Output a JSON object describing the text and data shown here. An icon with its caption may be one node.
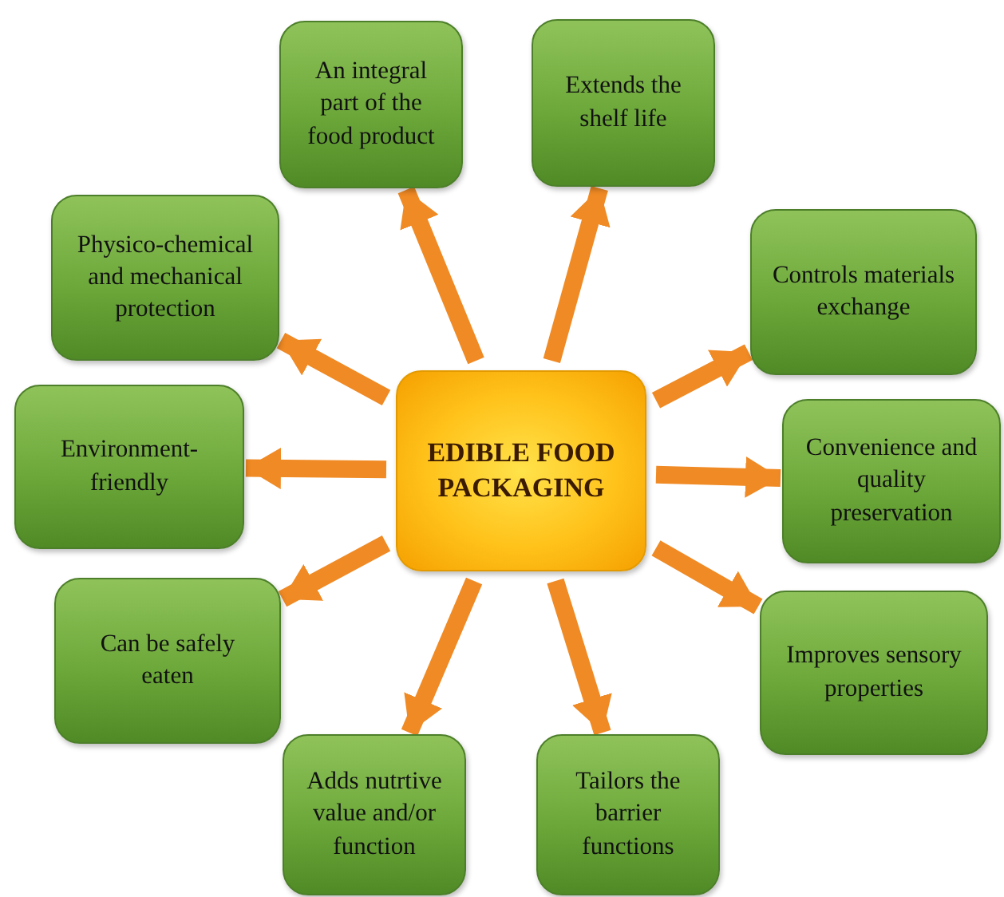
{
  "diagram": {
    "nodes": [
      {
        "text": [
          "EDIBLE FOOD PACKAGING"
        ]
      },
      {
        "text": [
          "An integral part of the food product"
        ]
      },
      {
        "text": [
          "Extends the shelf life"
        ]
      },
      {
        "text": [
          "Controls materials exchange"
        ]
      },
      {
        "text": [
          "Convenience and quality preservation"
        ]
      },
      {
        "text": [
          "Improves sensory properties"
        ]
      },
      {
        "text": [
          "Tailors the barrier functions"
        ]
      },
      {
        "text": [
          "Adds nutrtive value and/or function"
        ]
      },
      {
        "text": [
          "Can be safely eaten"
        ]
      },
      {
        "text": [
          "Environment-friendly"
        ]
      },
      {
        "text": [
          "Physico-chemical and mechanical protection"
        ]
      }
    ],
    "edges": [
      {
        "from": 0,
        "to": 1,
        "arrow": "to"
      },
      {
        "from": 0,
        "to": 2,
        "arrow": "to"
      },
      {
        "from": 0,
        "to": 3,
        "arrow": "to"
      },
      {
        "from": 0,
        "to": 4,
        "arrow": "to"
      },
      {
        "from": 0,
        "to": 5,
        "arrow": "to"
      },
      {
        "from": 0,
        "to": 6,
        "arrow": "to"
      },
      {
        "from": 0,
        "to": 7,
        "arrow": "to"
      },
      {
        "from": 0,
        "to": 8,
        "arrow": "to"
      },
      {
        "from": 0,
        "to": 9,
        "arrow": "to"
      },
      {
        "from": 0,
        "to": 10,
        "arrow": "to"
      }
    ]
  }
}
